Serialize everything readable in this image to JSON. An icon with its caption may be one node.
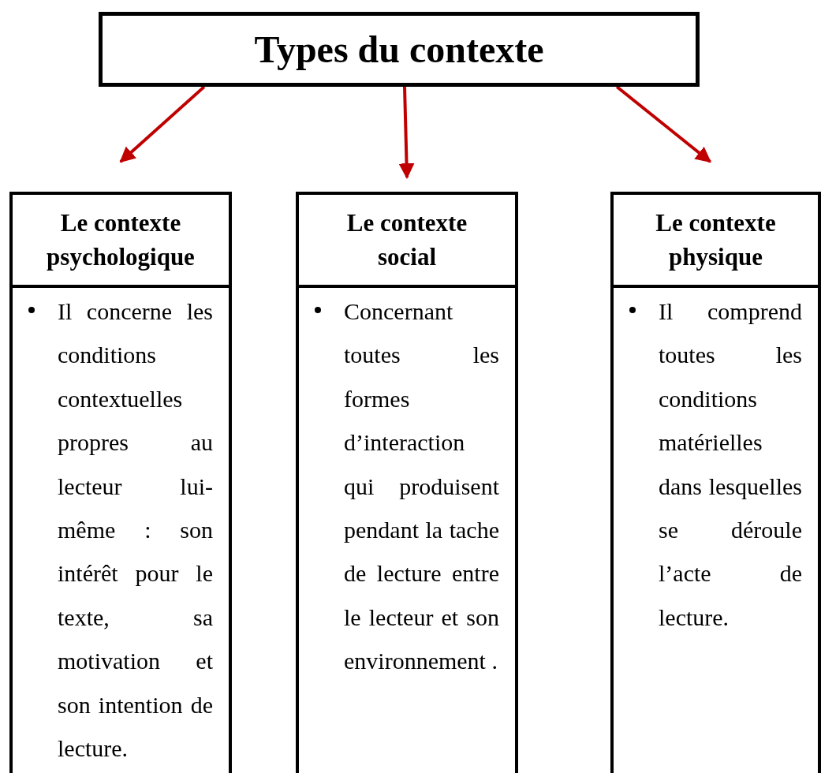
{
  "diagram": {
    "nodes": [
      {
        "text": [
          "Types du contexte"
        ]
      },
      {
        "text": [
          "Le contexte psychologique",
          "Il concerne les conditions contextuelles propres au lecteur lui-même : son intérêt pour le texte, sa motivation et son intention de lecture."
        ]
      },
      {
        "text": [
          "Le contexte social",
          "Concernant toutes les formes d’interaction qui produisent pendant la tache de lecture entre le lecteur et son environnement ."
        ]
      },
      {
        "text": [
          "Le contexte physique",
          "Il comprend toutes les conditions matérielles dans lesquelles se déroule l’acte de lecture."
        ]
      }
    ],
    "edges": [
      {
        "from": 0,
        "to": 1,
        "arrow": "to"
      },
      {
        "from": 0,
        "to": 2,
        "arrow": "to"
      },
      {
        "from": 0,
        "to": 3,
        "arrow": "to"
      }
    ]
  }
}
